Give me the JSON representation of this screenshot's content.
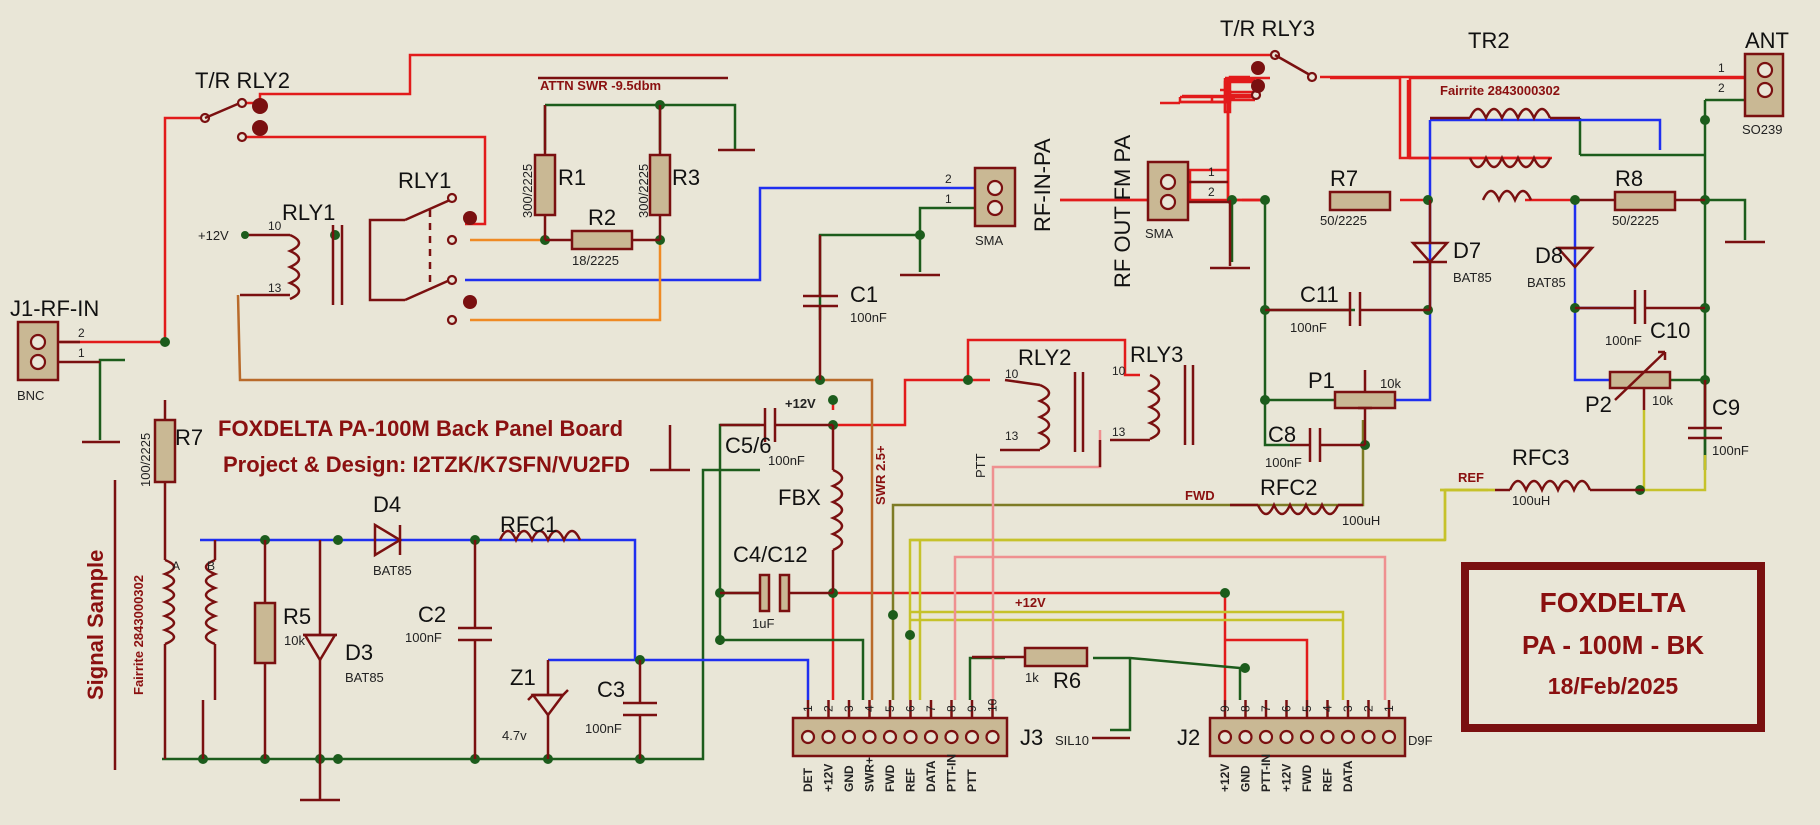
{
  "colors": {
    "background": "#e9e6d7",
    "symbol": "#7a1010",
    "wire_red": "#e21b1b",
    "wire_green": "#1c5c1c",
    "wire_blue": "#1f2ff0",
    "wire_orange": "#ef8a23",
    "wire_yellow": "#c6c22a",
    "wire_pink": "#ef9090"
  },
  "title_block": {
    "line1": "FOXDELTA",
    "line2": "PA - 100M - BK",
    "line3": "18/Feb/2025"
  },
  "board_title": "FOXDELTA  PA-100M Back Panel Board",
  "credits": "Project & Design: I2TZK/K7SFN/VU2FD",
  "attn": "ATTN SWR -9.5dbm",
  "signal_sample": "Signal Sample",
  "fairrite_vertical": "Fairrite 2843000302",
  "tr_rly2": "T/R RLY2",
  "tr_rly3": "T/R RLY3",
  "tr2": {
    "ref": "TR2",
    "value": "Fairrite 2843000302"
  },
  "ant": {
    "ref": "ANT",
    "type": "SO239",
    "pin1": "1",
    "pin2": "2"
  },
  "rf_in_pa": {
    "ref": "RF-IN-PA",
    "type": "SMA",
    "pin1": "1",
    "pin2": "2"
  },
  "rf_out": {
    "ref": "RF OUT FM PA",
    "type": "SMA",
    "pin1": "1",
    "pin2": "2"
  },
  "j1": {
    "ref": "J1-RF-IN",
    "type": "BNC",
    "pin1": "1",
    "pin2": "2"
  },
  "rly1": {
    "ref": "RLY1",
    "coil_ref": "RLY1",
    "pin10": "10",
    "pin13": "13",
    "v12": "+12V"
  },
  "rly23": {
    "ref2": "RLY2",
    "ref3": "RLY3",
    "p10a": "10",
    "p13a": "13",
    "p10b": "10",
    "p13b": "13",
    "ptt": "PTT"
  },
  "parts": {
    "r1": {
      "ref": "R1",
      "value": "300/2225"
    },
    "r2": {
      "ref": "R2",
      "value": "18/2225"
    },
    "r3": {
      "ref": "R3",
      "value": "300/2225"
    },
    "r5": {
      "ref": "R5",
      "value": "10k"
    },
    "r6": {
      "ref": "R6",
      "value": "1k"
    },
    "r7a": {
      "ref": "R7",
      "value": "100/2225"
    },
    "r7b": {
      "ref": "R7",
      "value": "50/2225"
    },
    "r8": {
      "ref": "R8",
      "value": "50/2225"
    },
    "c1": {
      "ref": "C1",
      "value": "100nF"
    },
    "c2": {
      "ref": "C2",
      "value": "100nF"
    },
    "c3": {
      "ref": "C3",
      "value": "100nF"
    },
    "c8": {
      "ref": "C8",
      "value": "100nF"
    },
    "c9": {
      "ref": "C9",
      "value": "100nF"
    },
    "c10": {
      "ref": "C10",
      "value": "100nF"
    },
    "c11": {
      "ref": "C11",
      "value": "100nF"
    },
    "c56": {
      "ref": "C5/6",
      "value": "100nF"
    },
    "c412": {
      "ref": "C4/C12",
      "value": "1uF"
    },
    "d3": {
      "ref": "D3",
      "value": "BAT85"
    },
    "d4": {
      "ref": "D4",
      "value": "BAT85"
    },
    "d7": {
      "ref": "D7",
      "value": "BAT85"
    },
    "d8": {
      "ref": "D8",
      "value": "BAT85"
    },
    "z1": {
      "ref": "Z1",
      "value": "4.7v"
    },
    "rfc1": {
      "ref": "RFC1"
    },
    "rfc2": {
      "ref": "RFC2",
      "value": "100uH"
    },
    "rfc3": {
      "ref": "RFC3",
      "value": "100uH"
    },
    "fbx": {
      "ref": "FBX"
    },
    "p1": {
      "ref": "P1",
      "value": "10k"
    },
    "p2": {
      "ref": "P2",
      "value": "10k"
    },
    "ta": "A",
    "tb": "B"
  },
  "net_labels": {
    "v12a": "+12V",
    "v12b": "+12V",
    "swr": "SWR 2.5+",
    "fwd": "FWD",
    "ref": "REF"
  },
  "j3": {
    "ref": "J3",
    "type": "SIL10",
    "pins": [
      "1",
      "2",
      "3",
      "4",
      "5",
      "6",
      "7",
      "8",
      "9",
      "10"
    ],
    "names": [
      "DET",
      "+12V",
      "GND",
      "SWR+",
      "FWD",
      "REF",
      "DATA",
      "PTT-IN",
      "PTT"
    ]
  },
  "j2": {
    "ref": "J2",
    "type": "D9F",
    "pins": [
      "9",
      "8",
      "7",
      "6",
      "5",
      "4",
      "3",
      "2",
      "1"
    ],
    "names": [
      "+12V",
      "GND",
      "PTT-IN",
      "+12V",
      "FWD",
      "REF",
      "DATA"
    ]
  }
}
